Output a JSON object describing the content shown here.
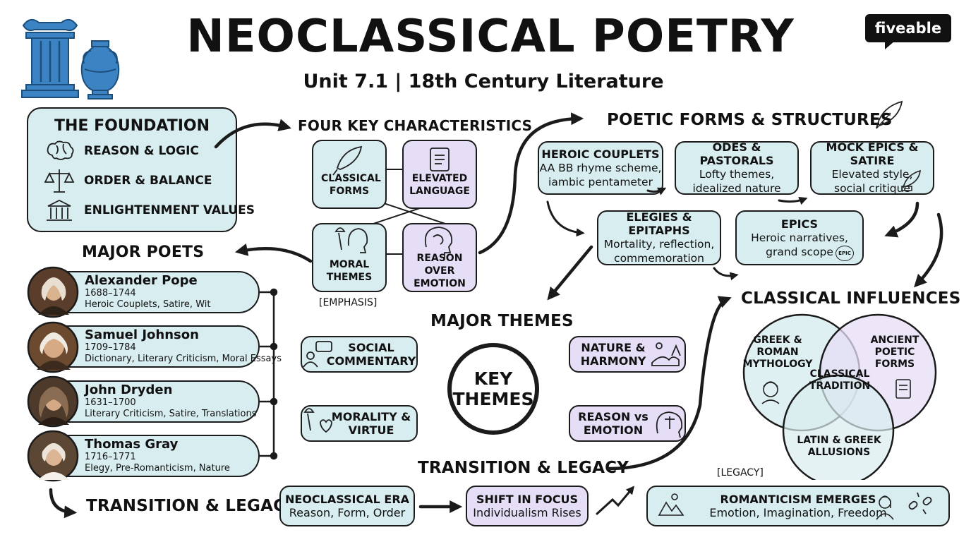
{
  "header": {
    "title": "NEOCLASSICAL POETRY",
    "subtitle": "Unit 7.1 | 18th Century Literature",
    "brand": "fiveable"
  },
  "foundation": {
    "heading": "THE FOUNDATION",
    "items": [
      {
        "label": "REASON & LOGIC",
        "icon": "brain-icon"
      },
      {
        "label": "ORDER & BALANCE",
        "icon": "scales-icon"
      },
      {
        "label": "ENLIGHTENMENT VALUES",
        "icon": "temple-icon"
      }
    ]
  },
  "characteristics": {
    "heading": "FOUR KEY CHARACTERISTICS",
    "cards": [
      {
        "label": "CLASSICAL FORMS",
        "icon": "quill-icon"
      },
      {
        "label": "ELEVATED LANGUAGE",
        "icon": "scroll-icon"
      },
      {
        "label": "MORAL THEMES",
        "icon": "torch-head-icon"
      },
      {
        "label": "REASON OVER EMOTION",
        "icon": "mind-icon"
      }
    ],
    "note": "[EMPHASIS]"
  },
  "forms": {
    "heading": "POETIC FORMS & STRUCTURES",
    "cards": [
      {
        "title": "HEROIC COUPLETS",
        "lines": [
          "AA BB rhyme scheme,",
          "iambic pentameter"
        ]
      },
      {
        "title": "ODES & PASTORALS",
        "lines": [
          "Lofty themes,",
          "idealized nature"
        ]
      },
      {
        "title": "MOCK EPICS & SATIRE",
        "lines": [
          "Elevated style,",
          "social critique"
        ]
      },
      {
        "title": "ELEGIES & EPITAPHS",
        "lines": [
          "Mortality, reflection,",
          "commemoration"
        ]
      },
      {
        "title": "EPICS",
        "lines": [
          "Heroic narratives,",
          "grand scope"
        ]
      }
    ],
    "badge": "EPIC"
  },
  "poets": {
    "heading": "MAJOR POETS",
    "list": [
      {
        "name": "Alexander Pope",
        "years": "1688–1744",
        "desc": "Heroic Couplets, Satire, Wit"
      },
      {
        "name": "Samuel Johnson",
        "years": "1709–1784",
        "desc": "Dictionary, Literary Criticism, Moral Essays"
      },
      {
        "name": "John Dryden",
        "years": "1631–1700",
        "desc": "Literary Criticism, Satire, Translations"
      },
      {
        "name": "Thomas Gray",
        "years": "1716–1771",
        "desc": "Elegy, Pre-Romanticism, Nature"
      }
    ]
  },
  "themes": {
    "heading": "MAJOR THEMES",
    "center_line1": "KEY",
    "center_line2": "THEMES",
    "items": [
      {
        "label_line1": "SOCIAL",
        "label_line2": "COMMENTARY"
      },
      {
        "label_line1": "NATURE &",
        "label_line2": "HARMONY"
      },
      {
        "label_line1": "MORALITY &",
        "label_line2": "VIRTUE"
      },
      {
        "label_line1": "REASON vs",
        "label_line2": "EMOTION"
      }
    ]
  },
  "influences": {
    "heading": "CLASSICAL INFLUENCES",
    "circle_left": [
      "GREEK &",
      "ROMAN",
      "MYTHOLOGY"
    ],
    "circle_right": [
      "ANCIENT",
      "POETIC",
      "FORMS"
    ],
    "circle_bottom": [
      "LATIN & GREEK",
      "ALLUSIONS"
    ],
    "overlap": [
      "CLASSICAL",
      "TRADITION"
    ]
  },
  "transition": {
    "heading_left": "TRANSITION & LEGACY",
    "heading_mid": "TRANSITION & LEGACY",
    "legacy_note": "[LEGACY]",
    "steps": [
      {
        "title": "NEOCLASSICAL ERA",
        "body": "Reason, Form, Order"
      },
      {
        "title": "SHIFT IN FOCUS",
        "body": "Individualism Rises"
      },
      {
        "title": "ROMANTICISM EMERGES",
        "body": "Emotion, Imagination, Freedom"
      }
    ]
  },
  "colors": {
    "blue_fill": "#d8edf0",
    "purple_fill": "#e6def6",
    "column_blue": "#3b83c2",
    "ink": "#1b1b1b"
  }
}
